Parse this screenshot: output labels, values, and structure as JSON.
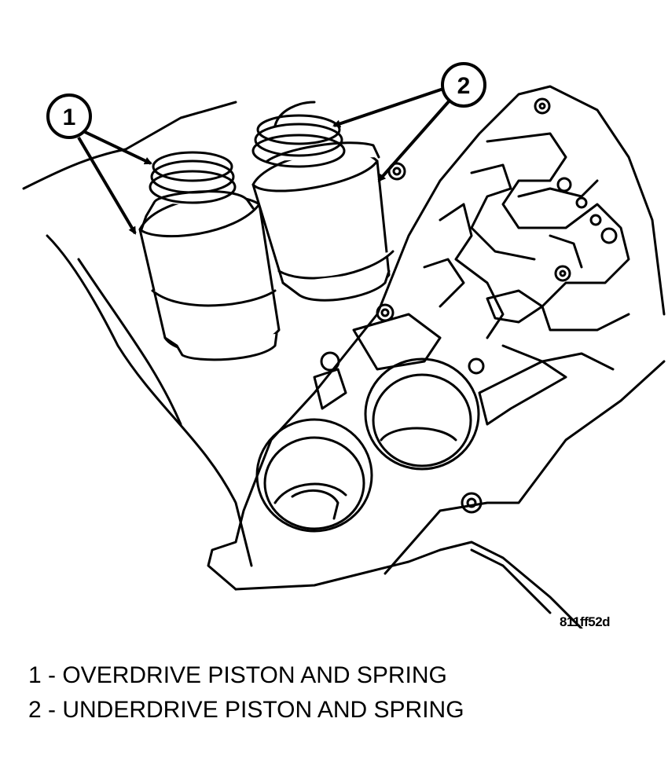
{
  "figure": {
    "id": "811ff52d",
    "callouts": [
      {
        "number": "1"
      },
      {
        "number": "2"
      }
    ]
  },
  "legend": [
    {
      "text": "1 - OVERDRIVE PISTON AND SPRING"
    },
    {
      "text": "2 - UNDERDRIVE PISTON AND SPRING"
    }
  ],
  "colors": {
    "ink": "#000000",
    "paper": "#ffffff"
  }
}
